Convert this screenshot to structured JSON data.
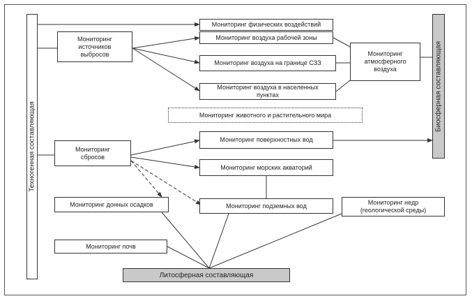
{
  "left_bar": "Техногенная составляющая",
  "right_bar": "Биосферная составляющая",
  "bottom_bar": "Литосферная составляющая",
  "boxes": {
    "emissions": "Мониторинг\nисточников\nвыбросов",
    "physical": "Мониторинг физических воздействий",
    "work_air": "Мониторинг воздуха рабочей зоны",
    "szz_air": "Мониторинг воздуха на границе СЗЗ",
    "settlement_air": "Мониторинг воздуха в населенных\nпунктах",
    "atmo": "Мониторинг\nатмосферного\nвоздуха",
    "flora_fauna": "Мониторинг животного и растительного мира",
    "discharges": "Мониторинг\nсбросов",
    "surface_water": "Мониторинг поверхностных вод",
    "sea": "Мониторинг морских акваторий",
    "sediments": "Мониторинг донных осадков",
    "underground": "Мониторинг подземных вод",
    "subsoil": "Мониторинг недр\n(геологической среды)",
    "soil": "Мониторинг почв"
  }
}
